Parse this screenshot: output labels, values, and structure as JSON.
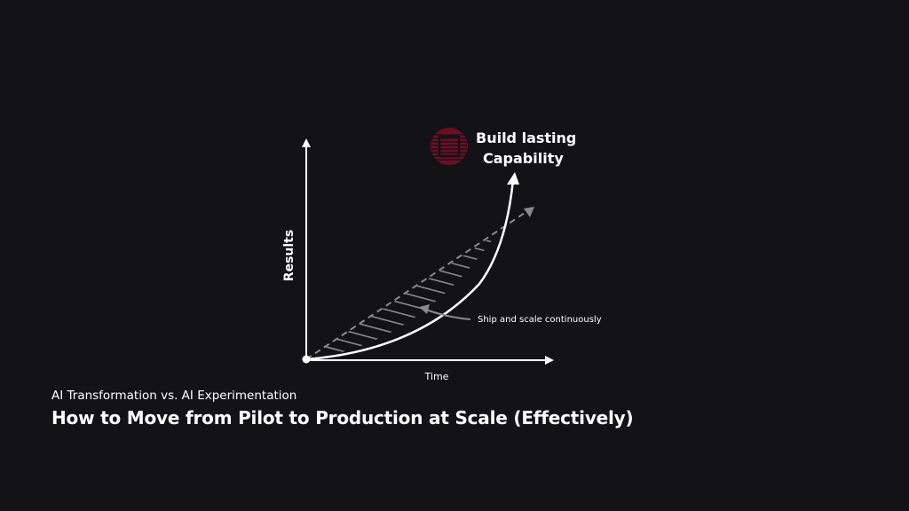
{
  "diagram": {
    "y_axis_label": "Results",
    "x_axis_label": "Time",
    "annotation": "Ship and scale continuously",
    "capability_line1": "Build lasting",
    "capability_line2": "Capability",
    "accent_color": "#6b0f24",
    "hatch_color": "#8a8a8a",
    "icon": "square-target-icon"
  },
  "footer": {
    "subtitle": "AI Transformation vs. AI Experimentation",
    "title": "How to Move from Pilot to Production at Scale (Effectively)"
  }
}
